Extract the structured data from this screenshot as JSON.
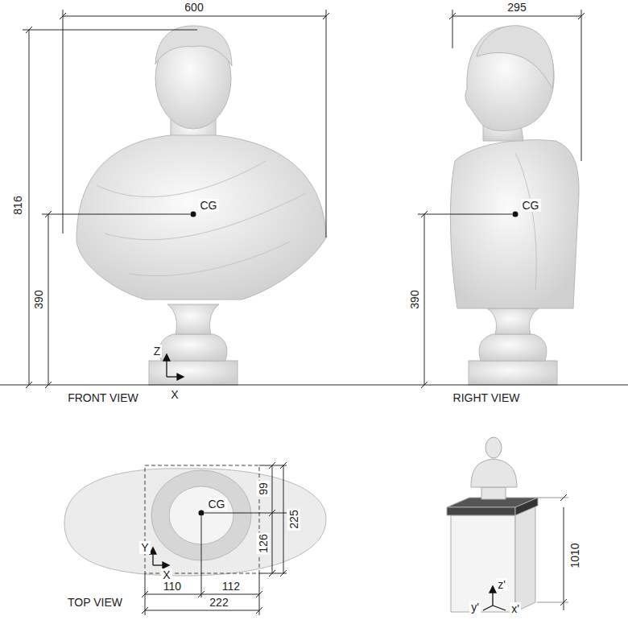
{
  "diagram": {
    "labels": [
      "600",
      "295",
      "816",
      "CG",
      "CG",
      "390",
      "390",
      "Z",
      "X",
      "FRONT VIEW",
      "RIGHT VIEW",
      "CG",
      "99",
      "225",
      "126",
      "Y",
      "X",
      "110",
      "112",
      "222",
      "TOP VIEW",
      "1010",
      "z'",
      "y'",
      "x'"
    ]
  }
}
